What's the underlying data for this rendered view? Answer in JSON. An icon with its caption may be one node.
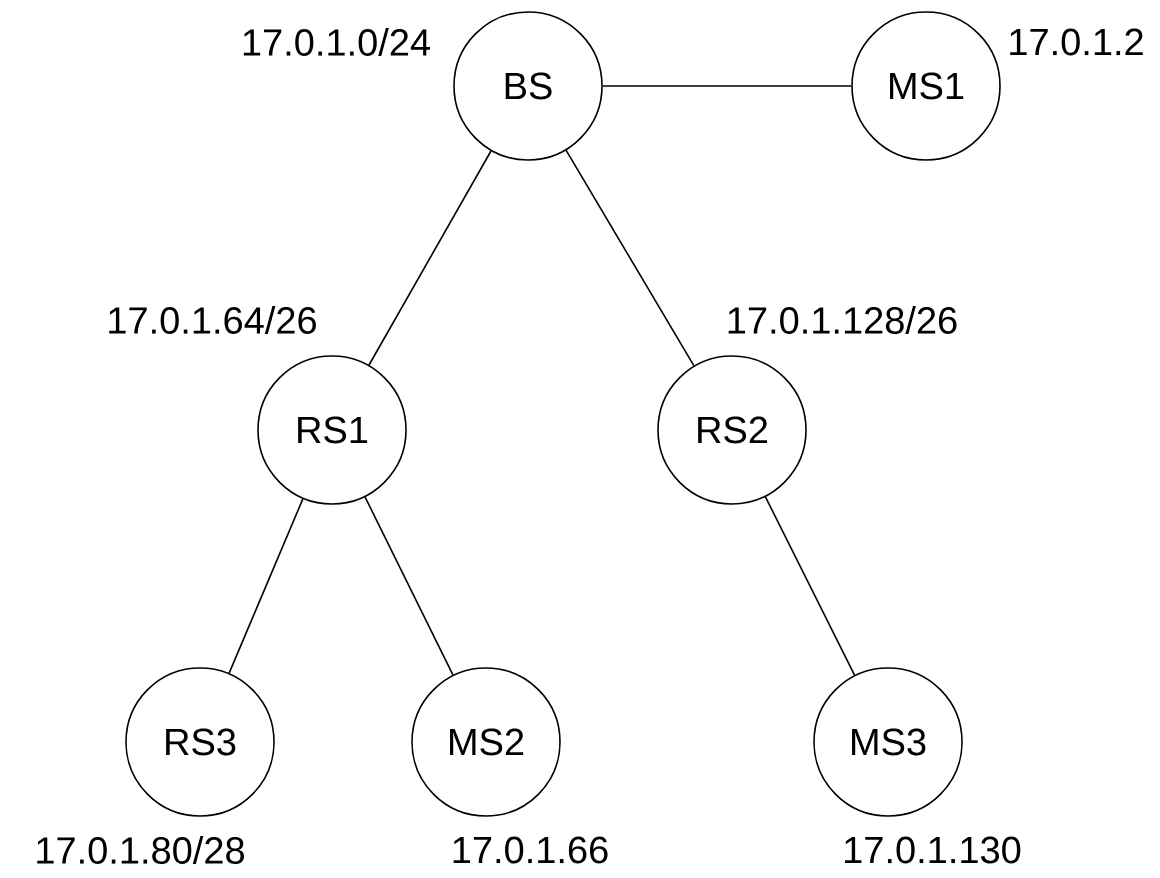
{
  "diagram": {
    "nodes": [
      {
        "text": [
          "BS"
        ],
        "beside": [
          "17.0.1.0/24"
        ]
      },
      {
        "text": [
          "MS1"
        ],
        "beside": [
          "17.0.1.2"
        ]
      },
      {
        "text": [
          "RS1"
        ],
        "beside": [
          "17.0.1.64/26"
        ]
      },
      {
        "text": [
          "RS2"
        ],
        "beside": [
          "17.0.1.128/26"
        ]
      },
      {
        "text": [
          "RS3"
        ],
        "beside": [
          "17.0.1.80/28"
        ]
      },
      {
        "text": [
          "MS2"
        ],
        "beside": [
          "17.0.1.66"
        ]
      },
      {
        "text": [
          "MS3"
        ],
        "beside": [
          "17.0.1.130"
        ]
      }
    ],
    "edges": [
      {
        "from": 0,
        "to": 1,
        "arrow": "none"
      },
      {
        "from": 0,
        "to": 2,
        "arrow": "none"
      },
      {
        "from": 0,
        "to": 3,
        "arrow": "none"
      },
      {
        "from": 2,
        "to": 4,
        "arrow": "none"
      },
      {
        "from": 2,
        "to": 5,
        "arrow": "none"
      },
      {
        "from": 3,
        "to": 6,
        "arrow": "none"
      }
    ]
  }
}
